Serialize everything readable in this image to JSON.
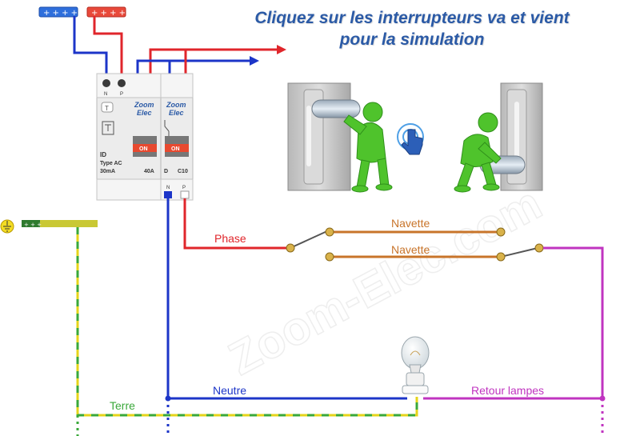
{
  "title": {
    "line1": "Cliquez sur les interrupteurs va et vient",
    "line2": "pour la simulation"
  },
  "breaker_id": {
    "brand_line1": "Zoom",
    "brand_line2": "Elec",
    "test_button": "T",
    "on_label": "ON",
    "type_line1": "ID",
    "type_line2": "Type AC",
    "type_line3": "30mA",
    "rating": "40A",
    "terminal_n": "N",
    "terminal_p": "P"
  },
  "breaker_c10": {
    "brand_line1": "Zoom",
    "brand_line2": "Elec",
    "on_label": "ON",
    "curve": "D",
    "rating": "C10",
    "terminal_n": "N",
    "terminal_p": "P"
  },
  "wires": {
    "phase": "Phase",
    "navette_top": "Navette",
    "navette_bottom": "Navette",
    "neutre": "Neutre",
    "terre": "Terre",
    "retour": "Retour lampes"
  },
  "watermark": "Zoom-Elec.com",
  "colors": {
    "title": "#2b5aa6",
    "phase": "#e0262b",
    "neutral": "#1c35c8",
    "navette": "#c8742a",
    "retour": "#c034c0",
    "earth_green": "#3aa83a",
    "earth_yellow": "#e6d41a",
    "figure_green": "#4fc32c"
  }
}
